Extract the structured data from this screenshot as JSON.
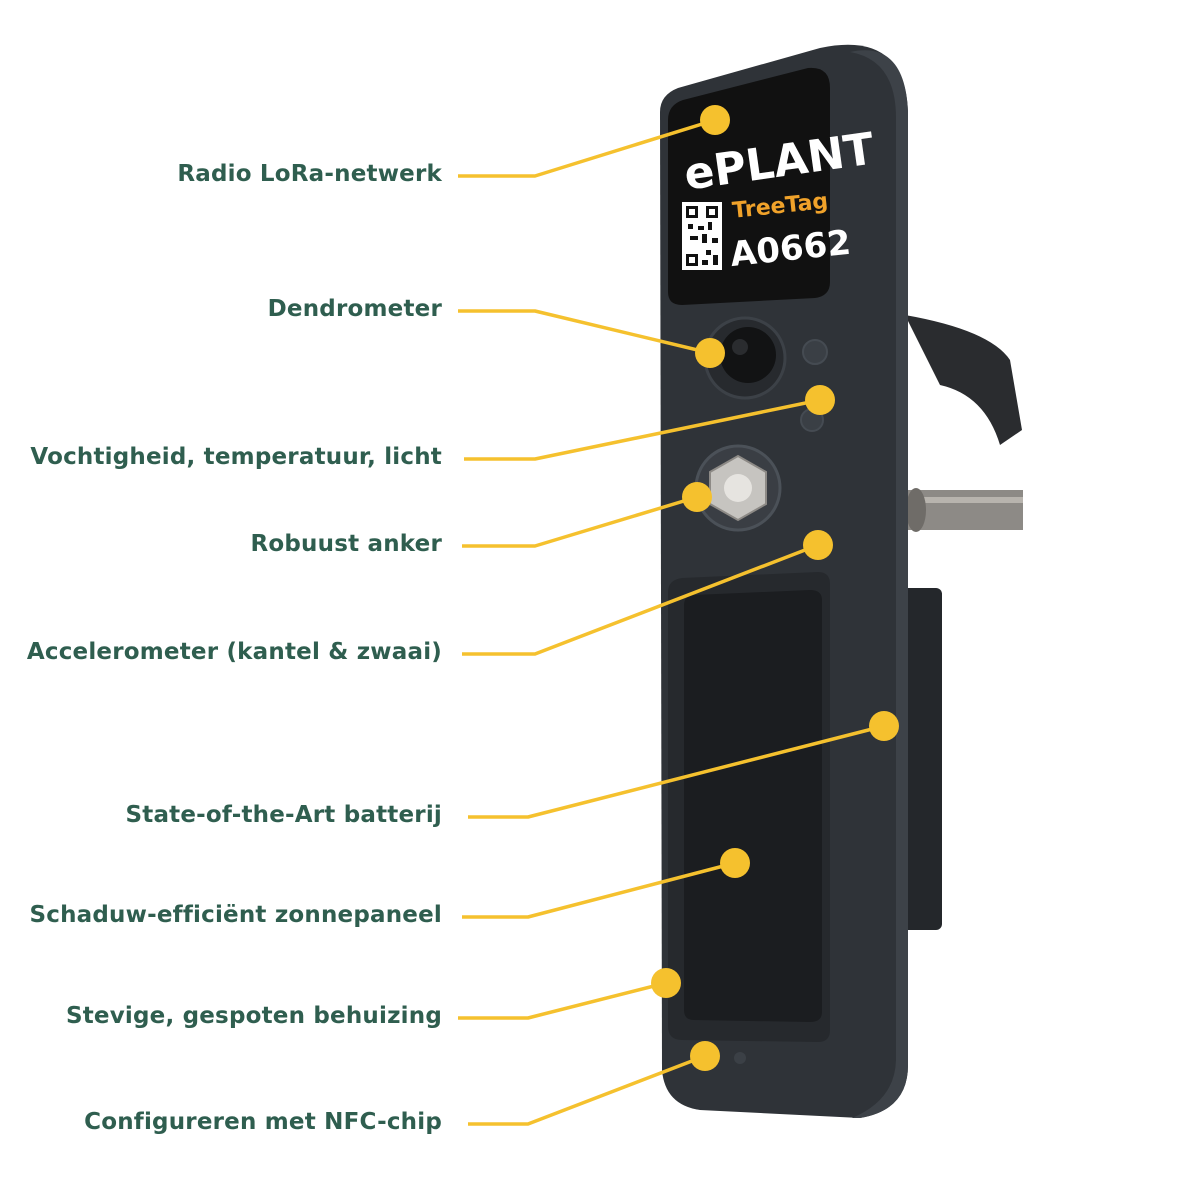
{
  "colors": {
    "label_text": "#2f5e4f",
    "callout": "#f5c12e",
    "device_body": "#2f3338",
    "label_sticker": "#111111",
    "treetag_orange": "#f0a22a",
    "background": "#ffffff"
  },
  "device": {
    "brand": "ePLANT",
    "product": "TreeTag",
    "serial": "A0662",
    "qr_icon": "qr-code-icon"
  },
  "callouts": [
    {
      "id": "radio",
      "label": "Radio  LoRa-netwerk"
    },
    {
      "id": "dendrometer",
      "label": "Dendrometer"
    },
    {
      "id": "sensors",
      "label": "Vochtigheid, temperatuur, licht"
    },
    {
      "id": "anchor",
      "label": "Robuust anker"
    },
    {
      "id": "accelerometer",
      "label": "Accelerometer (kantel & zwaai)"
    },
    {
      "id": "battery",
      "label": "State-of-the-Art batterij"
    },
    {
      "id": "solar",
      "label": "Schaduw-efficiënt zonnepaneel"
    },
    {
      "id": "housing",
      "label": "Stevige, gespoten behuizing"
    },
    {
      "id": "nfc",
      "label": "Configureren met NFC-chip"
    }
  ]
}
